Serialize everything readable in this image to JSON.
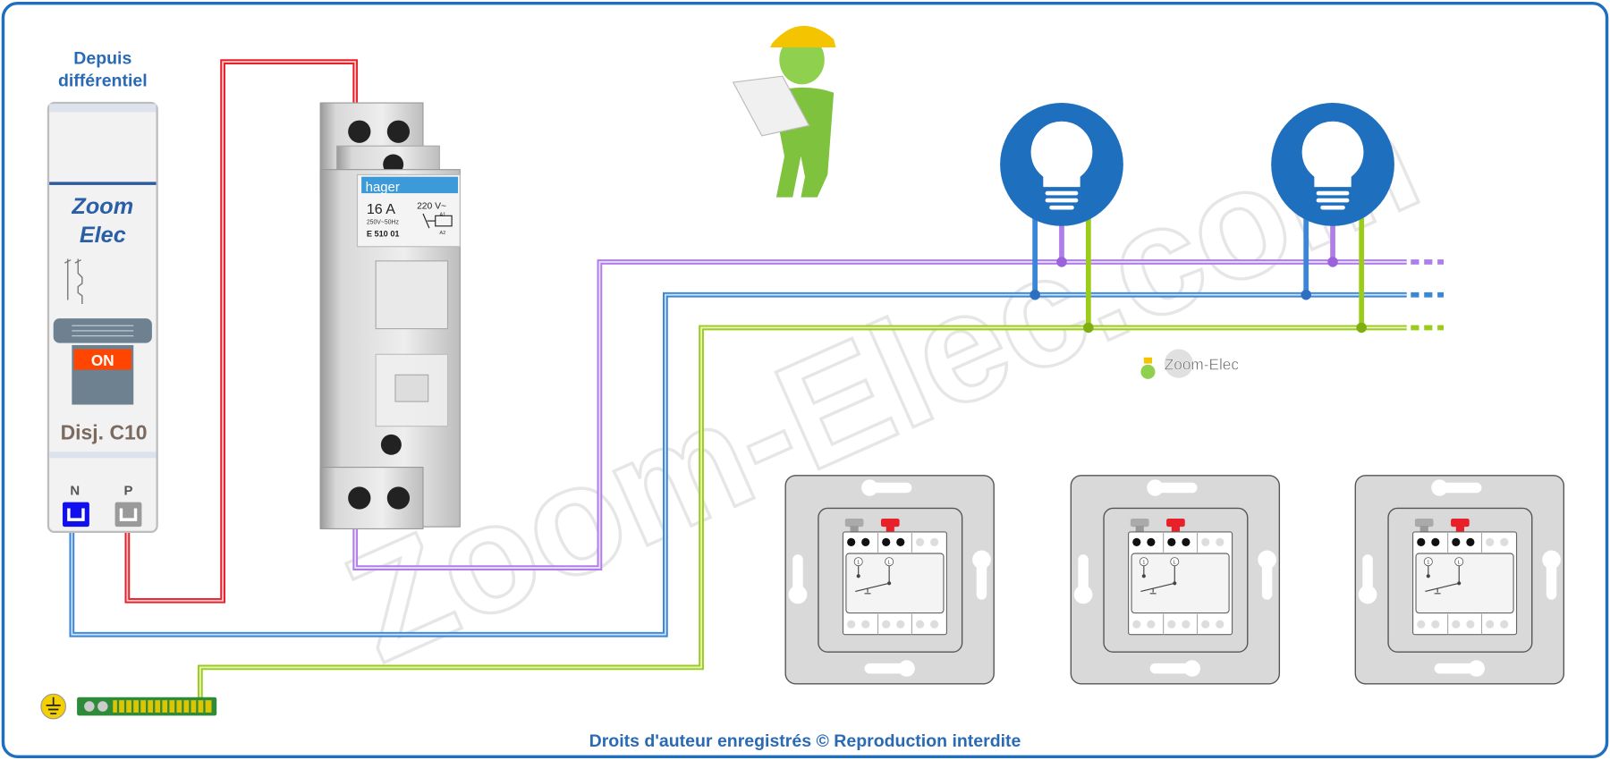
{
  "colors": {
    "border": "#1f6fbf",
    "title_blue": "#2a6ab5",
    "phase": "#e8202a",
    "neutral": "#3a86d8",
    "return": "#b07ee8",
    "earth": "#9ccc1a",
    "lamp": "#1f6fbf",
    "on_label": "#ff4500"
  },
  "source": {
    "label_line1": "Depuis",
    "label_line2": "différentiel"
  },
  "breaker": {
    "brand_line1": "Zoom",
    "brand_line2": "Elec",
    "state": "ON",
    "type_prefix": "Disj.",
    "rating": "C10",
    "terminal_n": "N",
    "terminal_p": "P"
  },
  "relay": {
    "brand": "hager",
    "current": "16 A",
    "voltage_rating": "250V~50Hz",
    "reference": "E 510 01",
    "coil_voltage": "220 V~",
    "coil_a1": "A1",
    "coil_a2": "A2"
  },
  "switch": {
    "terminal_1": "1",
    "terminal_l": "L"
  },
  "watermark": "Zoom-Elec.com",
  "logo_text": "Zoom-Elec",
  "footer": "Droits d'auteur enregistrés © Reproduction interdite"
}
